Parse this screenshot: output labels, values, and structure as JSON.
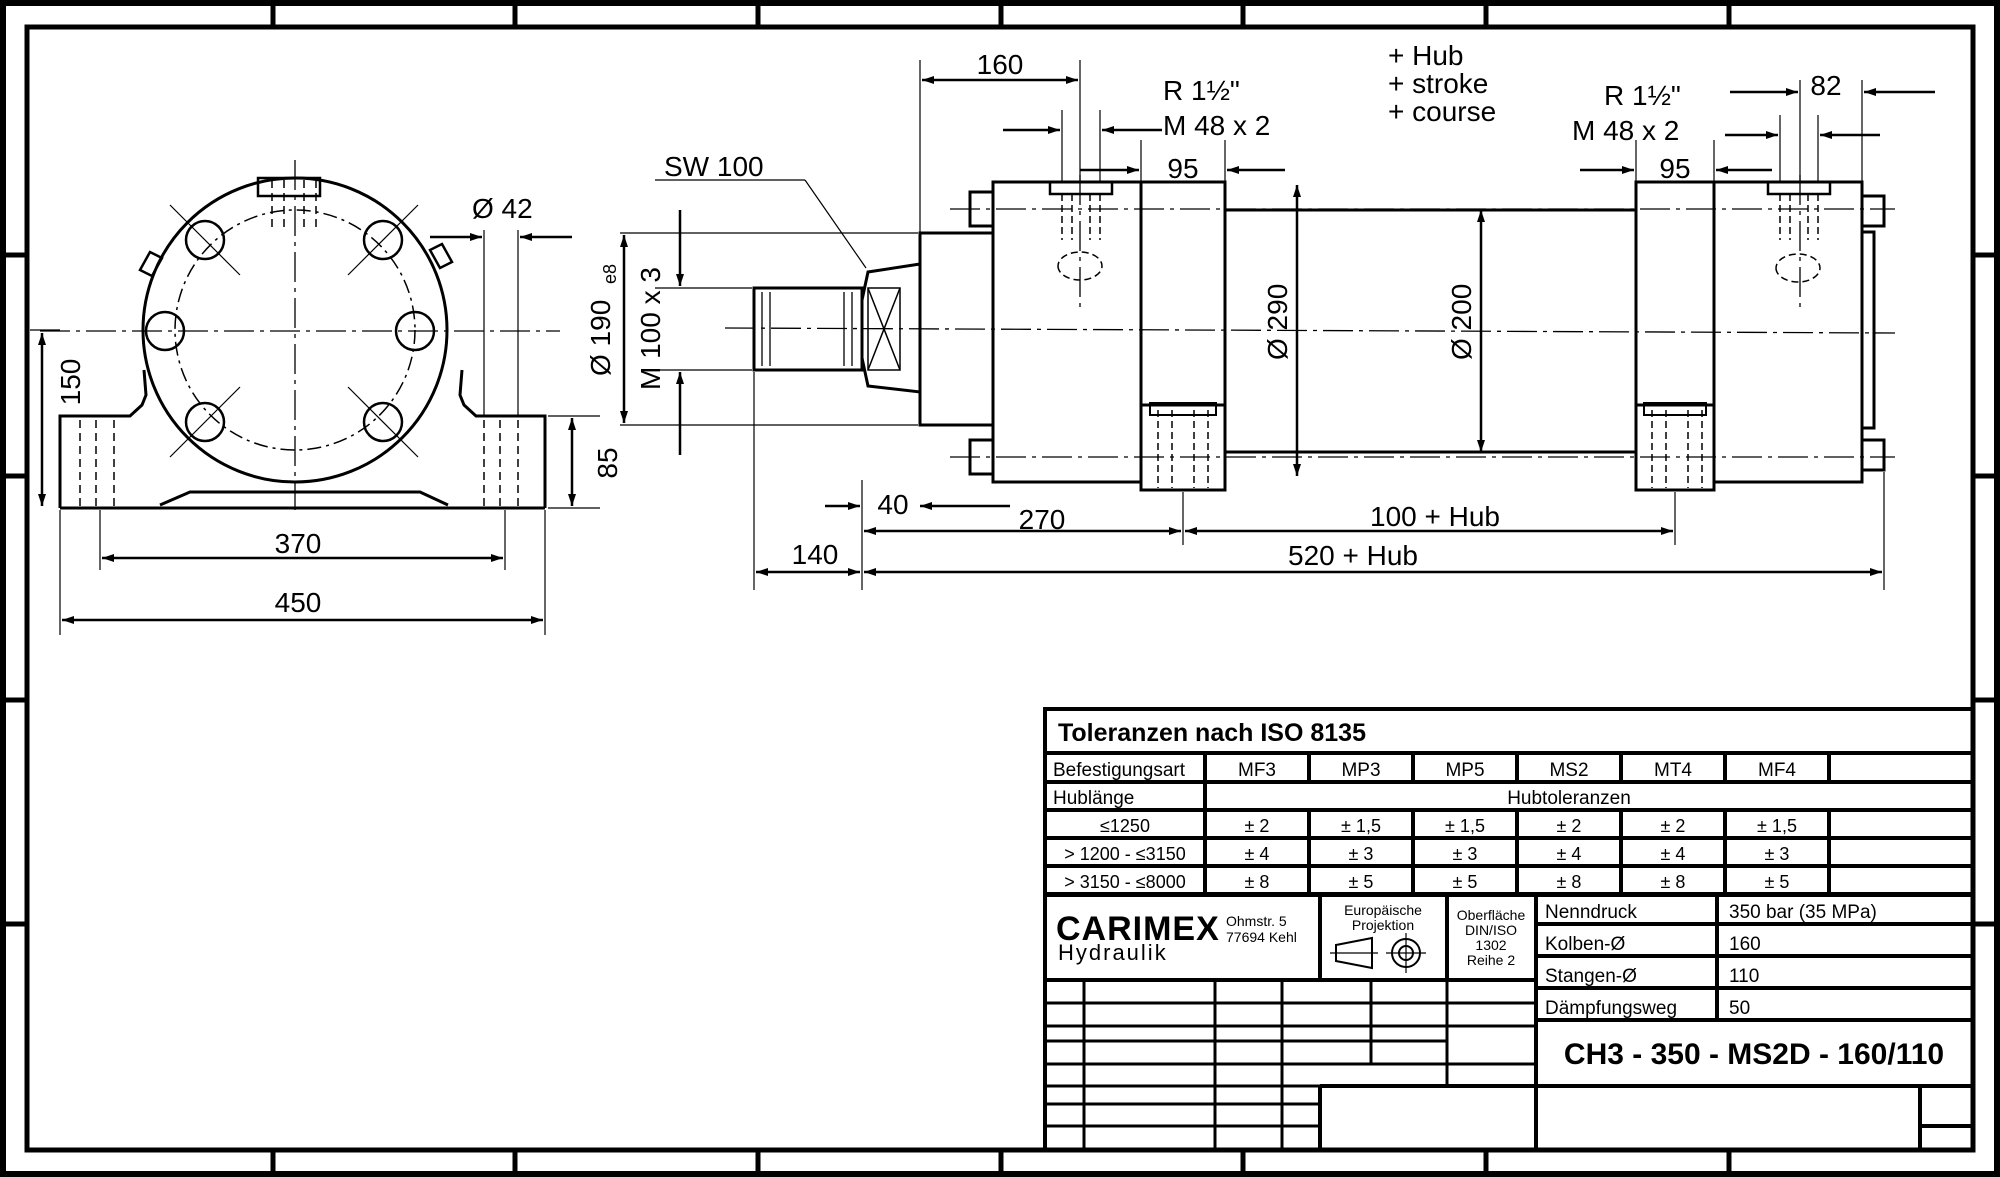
{
  "dimensions": {
    "side_150": "150",
    "side_85": "85",
    "side_370": "370",
    "side_450": "450",
    "dia_42": "Ø 42",
    "sw_100": "SW 100",
    "dia_190": "Ø 190",
    "dia_190_fit": "e8",
    "m100": "M 100 x 3",
    "top_160": "160",
    "r1_left": "R 1½\"",
    "m48_left": "M 48 x 2",
    "w95_left": "95",
    "dia_290": "Ø 290",
    "dia_200": "Ø 200",
    "hub_1": "+ Hub",
    "hub_2": "+ stroke",
    "hub_3": "+ course",
    "r1_right": "R 1½\"",
    "m48_right": "M 48 x 2",
    "w95_right": "95",
    "top_82": "82",
    "d40": "40",
    "d270": "270",
    "d100hub": "100 + Hub",
    "d140": "140",
    "d520hub": "520 + Hub"
  },
  "title_block": {
    "tolerance_title": "Toleranzen nach ISO 8135",
    "mount_label": "Befestigungsart",
    "mounts": [
      "MF3",
      "MP3",
      "MP5",
      "MS2",
      "MT4",
      "MF4"
    ],
    "stroke_label": "Hublänge",
    "stroke_tol_label": "Hubtoleranzen",
    "rows": [
      {
        "range": "≤1250",
        "values": [
          "± 2",
          "± 1,5",
          "± 1,5",
          "± 2",
          "± 2",
          "± 1,5"
        ]
      },
      {
        "range": "> 1200 - ≤3150",
        "values": [
          "± 4",
          "± 3",
          "± 3",
          "± 4",
          "± 4",
          "± 3"
        ]
      },
      {
        "range": "> 3150 - ≤8000",
        "values": [
          "± 8",
          "± 5",
          "± 5",
          "± 8",
          "± 8",
          "± 5"
        ]
      }
    ],
    "company": "CARIMEX",
    "company_sub": "Hydraulik",
    "address_1": "Ohmstr. 5",
    "address_2": "77694 Kehl",
    "projection_1": "Europäische",
    "projection_2": "Projektion",
    "surface_1": "Oberfläche",
    "surface_2": "DIN/ISO",
    "surface_3": "1302",
    "surface_4": "Reihe 2",
    "params": [
      {
        "label": "Nenndruck",
        "value": "350 bar (35 MPa)"
      },
      {
        "label": "Kolben-Ø",
        "value": "160"
      },
      {
        "label": "Stangen-Ø",
        "value": "110"
      },
      {
        "label": "Dämpfungsweg",
        "value": "50"
      }
    ],
    "part_code": "CH3 - 350 - MS2D - 160/110"
  }
}
